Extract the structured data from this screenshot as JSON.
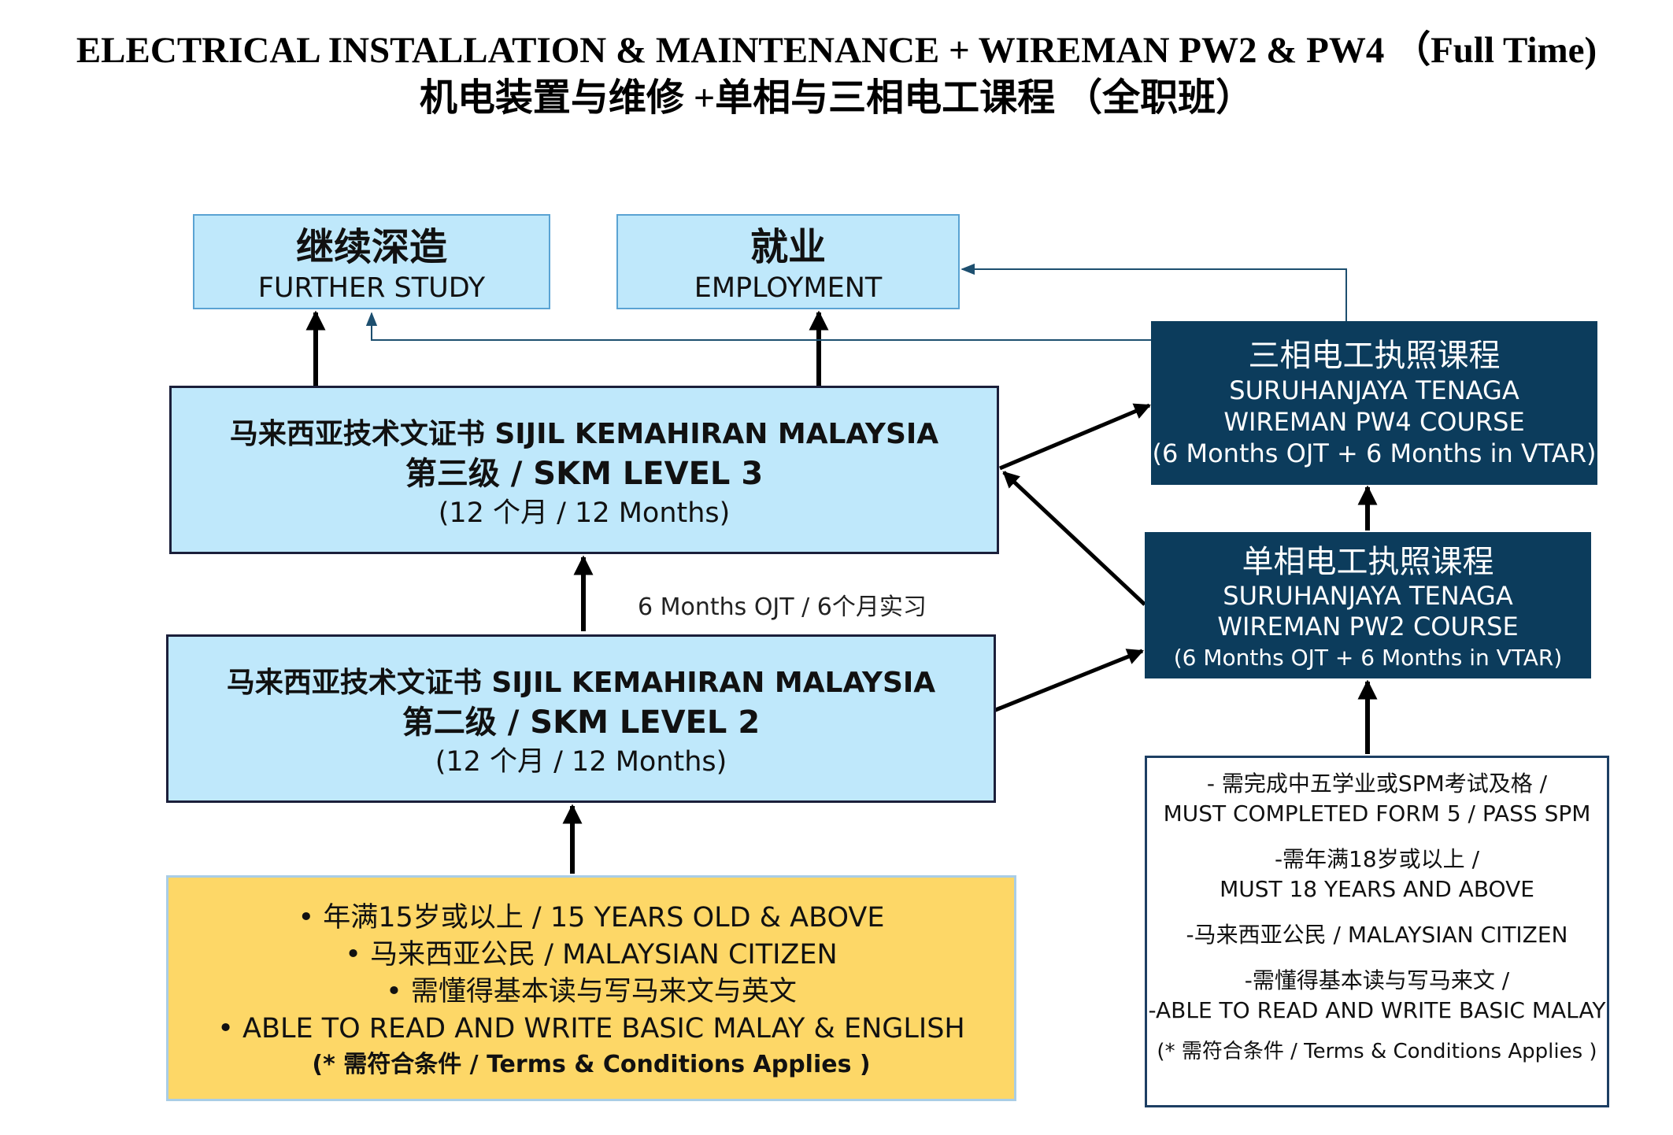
{
  "title": {
    "english": "ELECTRICAL INSTALLATION & MAINTENANCE + WIREMAN PW2 & PW4 （Full Time)",
    "chinese": "机电装置与维修 +单相与三相电工课程 （全职班）"
  },
  "further_study": {
    "chinese": "继续深造",
    "english": "FURTHER STUDY"
  },
  "employment": {
    "chinese": "就业",
    "english": "EMPLOYMENT"
  },
  "skm_level3": {
    "line1": "马来西亚技术文证书 SIJIL KEMAHIRAN MALAYSIA",
    "line2": "第三级 / SKM LEVEL 3",
    "line3": "(12 个月 / 12 Months)"
  },
  "skm_level2": {
    "line1": "马来西亚技术文证书 SIJIL KEMAHIRAN MALAYSIA",
    "line2": "第二级 / SKM LEVEL 2",
    "line3": "(12 个月 / 12 Months)"
  },
  "ojt_note": "6 Months OJT / 6个月实习",
  "pw4": {
    "chinese": "三相电工执照课程",
    "line1": "SURUHANJAYA TENAGA",
    "line2": "WIREMAN PW4 COURSE",
    "line3": "(6 Months OJT + 6 Months in VTAR)"
  },
  "pw2": {
    "chinese": "单相电工执照课程",
    "line1": "SURUHANJAYA TENAGA",
    "line2": "WIREMAN PW2 COURSE",
    "line3": "(6 Months OJT + 6 Months in VTAR)"
  },
  "requirements_skm": {
    "items": [
      "•      年满15岁或以上 / 15 YEARS OLD & ABOVE",
      "•      马来西亚公民 / MALAYSIAN CITIZEN",
      "•      需懂得基本读与写马来文与英文",
      "•      ABLE TO READ AND WRITE BASIC MALAY & ENGLISH"
    ],
    "note": "(* 需符合条件 / Terms & Conditions Applies )"
  },
  "requirements_wireman": {
    "groups": [
      [
        "- 需完成中五学业或SPM考试及格 /",
        "MUST COMPLETED FORM 5 / PASS SPM"
      ],
      [
        "-需年满18岁或以上 /",
        "MUST 18 YEARS AND ABOVE"
      ],
      [
        "-马来西亚公民 / MALAYSIAN CITIZEN"
      ],
      [
        "-需懂得基本读与写马来文 /",
        "-ABLE TO READ AND WRITE BASIC MALAY"
      ]
    ],
    "note": "(* 需符合条件 / Terms & Conditions Applies )"
  },
  "colors": {
    "light_box": "#bfe8fb",
    "dark_box": "#0c3c5c",
    "yellow_box": "#fdd767",
    "arrow": "#000000",
    "thin_arrow": "#1d4f6f"
  }
}
